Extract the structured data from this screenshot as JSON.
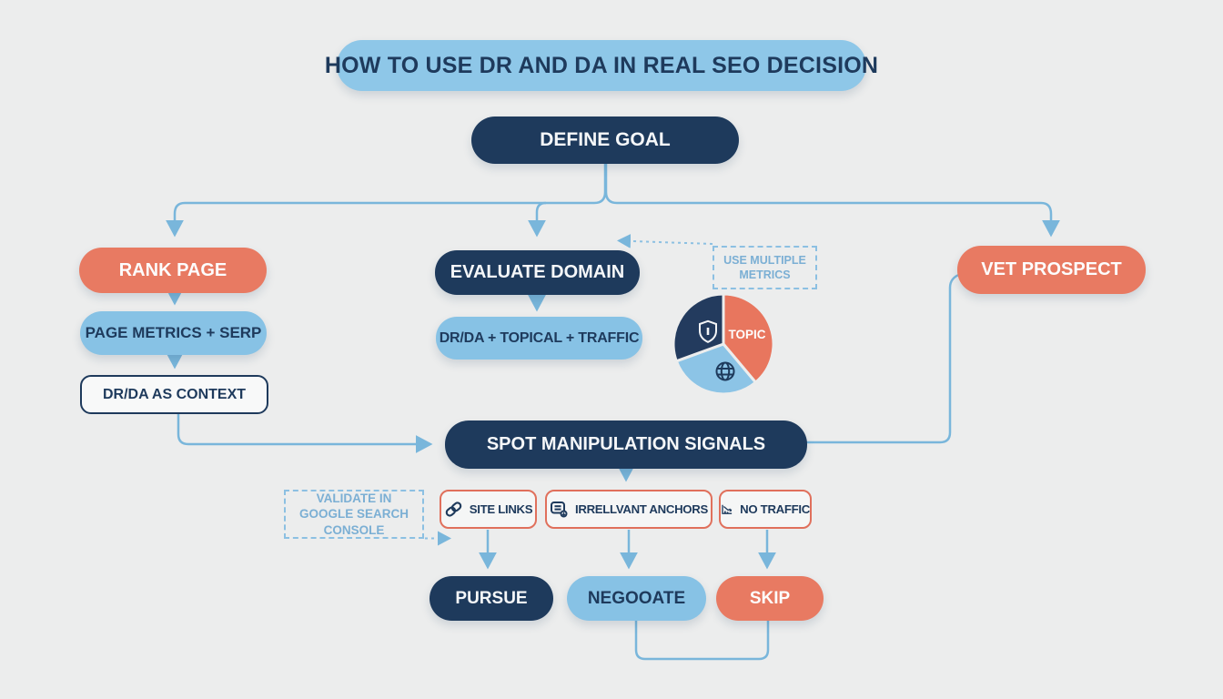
{
  "title": "HOW TO USE DR AND DA IN REAL SEO DECISION",
  "nodes": {
    "define_goal": "DEFINE GOAL",
    "rank_page": "RANK PAGE",
    "page_metrics_serp": "PAGE METRICS + SERP",
    "drda_as_context": "DR/DA AS CONTEXT",
    "evaluate_domain": "EVALUATE DOMAIN",
    "drda_topical_traffic": "DR/DA + TOPICAL + TRAFFIC",
    "vet_prospect": "VET PROSPECT",
    "spot_manipulation_signals": "SPOT MANIPULATION SIGNALS",
    "pursue": "PURSUE",
    "negotiate": "NEGOOATE",
    "skip": "SKIP"
  },
  "notes": {
    "use_multiple_metrics": "USE MULTIPLE METRICS",
    "validate_gsc": "VALIDATE IN GOOGLE SEARCH CONSOLE"
  },
  "signals": [
    {
      "icon": "chain-link-icon",
      "label": "SITE LINKS"
    },
    {
      "icon": "anchor-text-icon",
      "label": "IRRELLVANT ANCHORS"
    },
    {
      "icon": "no-traffic-chart-icon",
      "label": "NO TRAFFIC"
    }
  ],
  "pie_chart": {
    "type": "pie",
    "slices": [
      {
        "content": "shield-icon",
        "color": "#233b5e",
        "approx_share": 0.31
      },
      {
        "content": "TOPIC",
        "color": "#e8765e",
        "approx_share": 0.39
      },
      {
        "content": "globe-icon",
        "color": "#8cc4e6",
        "approx_share": 0.3
      }
    ]
  },
  "colors": {
    "background": "#eceded",
    "navy": "#1e3a5c",
    "coral": "#e87a62",
    "light_blue": "#87c2e5",
    "banner_blue": "#8ec7e8",
    "connector_blue": "#79b6db",
    "dashed_note_blue": "#7bafd4",
    "signal_border": "#e0705c"
  }
}
